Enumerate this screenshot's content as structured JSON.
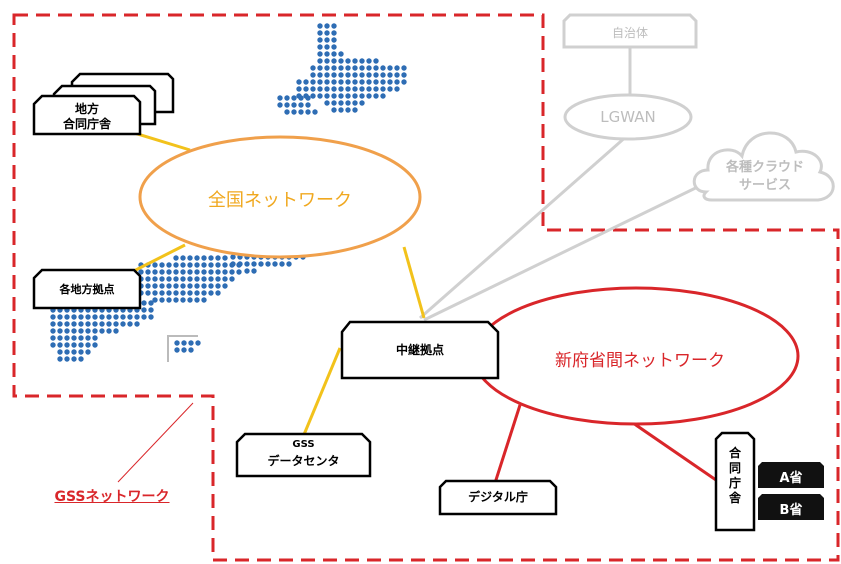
{
  "nodes": {
    "jichitai": "自治体",
    "lgwan": "LGWAN",
    "cloud_line1": "各種クラウド",
    "cloud_line2": "サービス",
    "chiho_line1": "地方",
    "chiho_line2": "合同庁舎",
    "national_network": "全国ネットワーク",
    "regional_bases": "各地方拠点",
    "relay_base": "中継拠点",
    "new_ministry_network": "新府省間ネットワーク",
    "gss_line1": "GSS",
    "gss_line2": "データセンタ",
    "digital_agency": "デジタル庁",
    "joint_building": "合同庁舎",
    "ministry_a": "A省",
    "ministry_b": "B省",
    "gss_network": "GSSネットワーク"
  },
  "colors": {
    "red": "#d9262a",
    "orange": "#f0a04b",
    "yellow": "#f2c21b",
    "gray": "#d0d0d0",
    "map_blue": "#2e6db4"
  }
}
